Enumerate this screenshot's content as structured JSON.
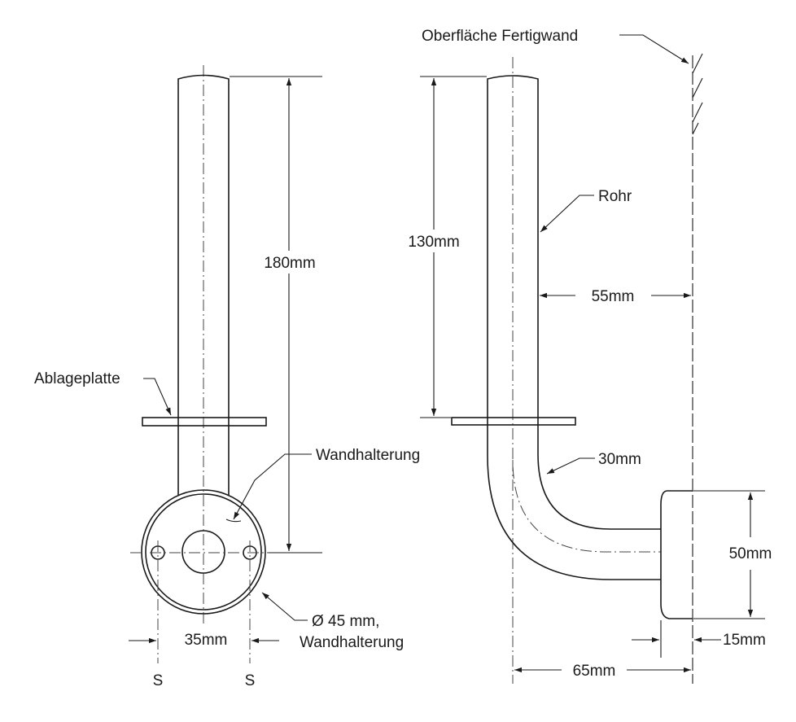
{
  "labels": {
    "front_height": "180mm",
    "shelf": "Ablageplatte",
    "wall_mount": "Wandhalterung",
    "hole_spacing": "35mm",
    "screw_left": "S",
    "screw_right": "S",
    "plate_diameter_line1": "Ø 45 mm,",
    "plate_diameter_line2": "Wandhalterung",
    "wall_surface": "Oberfläche Fertigwand",
    "tube": "Rohr",
    "side_height": "130mm",
    "wall_distance": "55mm",
    "bend_radius": "30mm",
    "plate_height": "50mm",
    "plate_thickness": "15mm",
    "total_depth": "65mm"
  }
}
